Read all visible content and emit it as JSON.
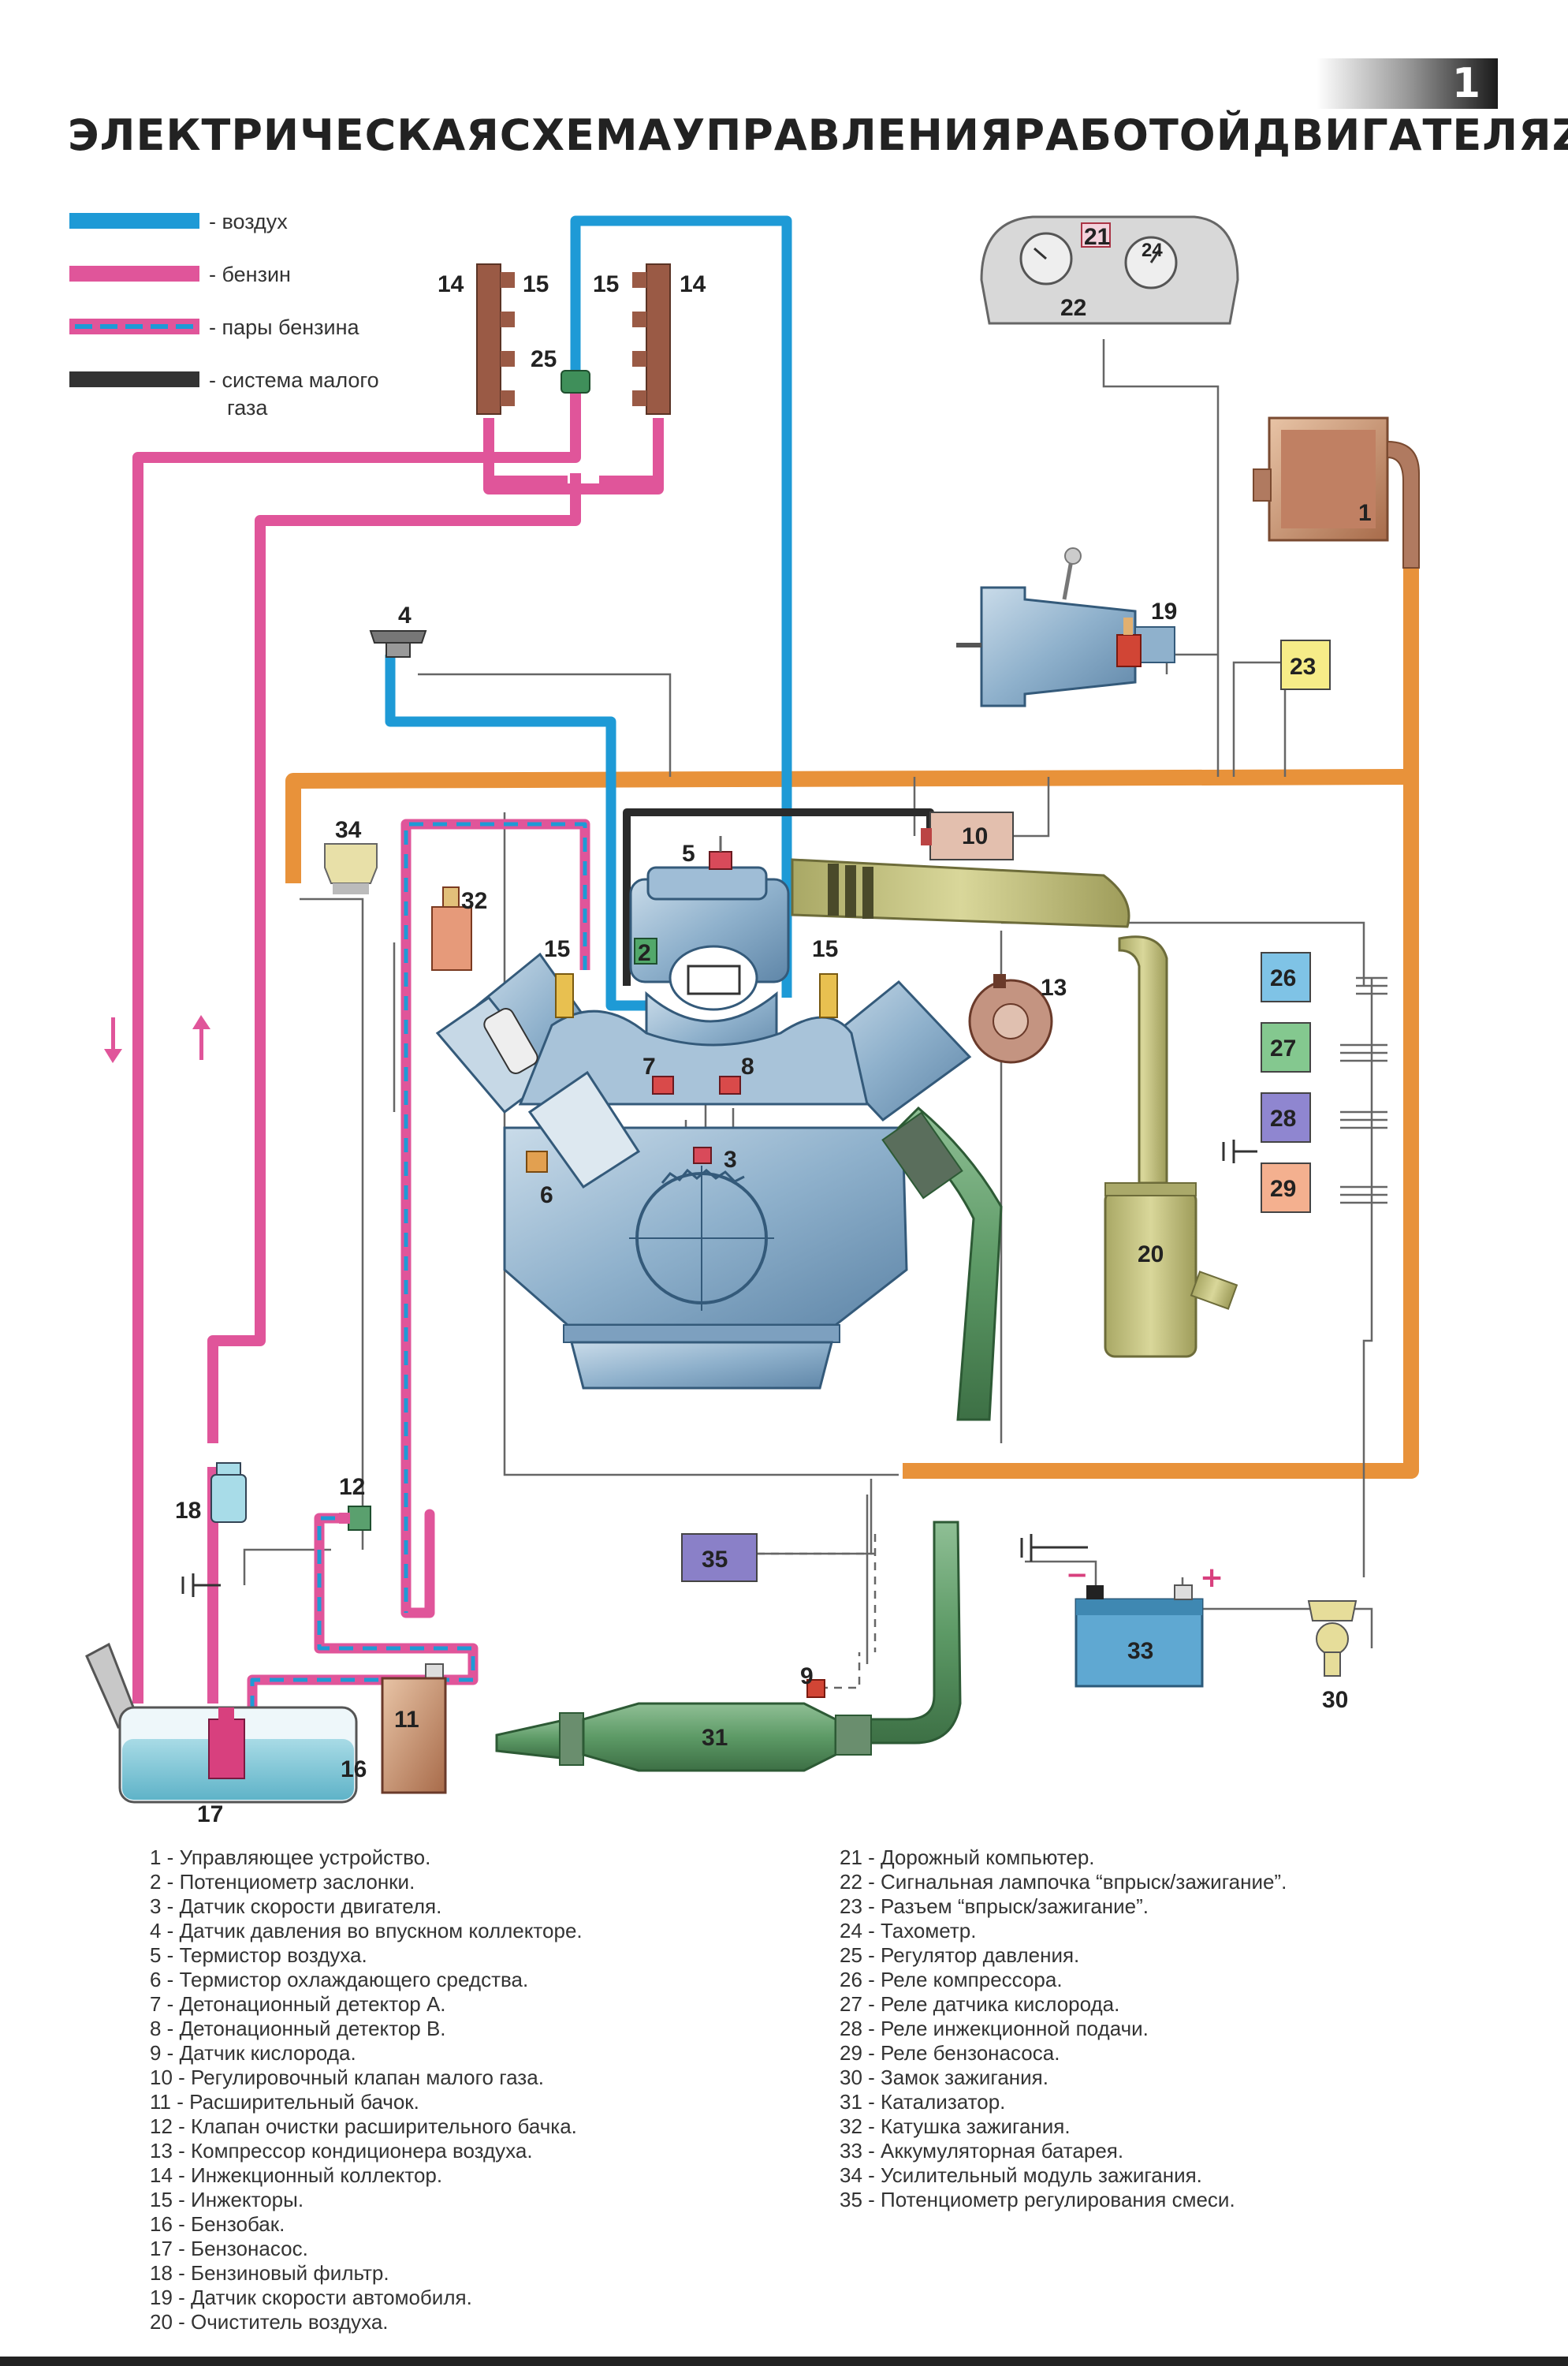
{
  "page_number": "1",
  "title": {
    "words": [
      "ЭЛЕКТРИЧЕСКАЯ",
      "СХЕМА",
      "УПРАВЛЕНИЯ",
      "РАБОТОЙ",
      "ДВИГАТЕЛЯ",
      "ZPJ"
    ]
  },
  "legend": {
    "air": "- воздух",
    "fuel": "- бензин",
    "vapor": "- пары бензина",
    "idle_1": "- система малого",
    "idle_2": "газа"
  },
  "colors": {
    "air": "#1e9ad6",
    "fuel": "#e0559a",
    "idle": "#333333",
    "harness": "#e8923a"
  },
  "labels": {
    "n1": "1",
    "n2": "2",
    "n3": "3",
    "n4": "4",
    "n5": "5",
    "n6": "6",
    "n7": "7",
    "n8": "8",
    "n9": "9",
    "n10": "10",
    "n11": "11",
    "n12": "12",
    "n13": "13",
    "n14a": "14",
    "n14b": "14",
    "n15a": "15",
    "n15b": "15",
    "n15c": "15",
    "n15d": "15",
    "n16": "16",
    "n17": "17",
    "n18": "18",
    "n19": "19",
    "n20": "20",
    "n21": "21",
    "n22": "22",
    "n23": "23",
    "n24": "24",
    "n25": "25",
    "n26": "26",
    "n27": "27",
    "n28": "28",
    "n29": "29",
    "n30": "30",
    "n31": "31",
    "n32": "32",
    "n33": "33",
    "n34": "34",
    "n35": "35",
    "minus": "−",
    "plus": "+"
  },
  "captions_left": [
    "1 - Управляющее устройство.",
    "2 - Потенциометр заслонки.",
    "3 - Датчик скорости двигателя.",
    "4 - Датчик давления во впускном коллекторе.",
    "5 - Термистор воздуха.",
    "6 - Термистор охлаждающего средства.",
    "7 - Детонационный детектор А.",
    "8 - Детонационный детектор В.",
    "9 - Датчик кислорода.",
    "10 - Регулировочный клапан малого газа.",
    "11 - Расширительный бачок.",
    "12 - Клапан очистки расширительного бачка.",
    "13 - Компрессор кондиционера воздуха.",
    "14 - Инжекционный коллектор.",
    "15 - Инжекторы.",
    "16 - Бензобак.",
    "17 - Бензонасос.",
    "18 - Бензиновый фильтр.",
    "19 - Датчик скорости автомобиля.",
    "20 - Очиститель воздуха."
  ],
  "captions_right": [
    "21 - Дорожный компьютер.",
    "22 - Сигнальная лампочка “впрыск/зажигание”.",
    "23 - Разъем “впрыск/зажигание”.",
    "24 - Тахометр.",
    "25 - Регулятор давления.",
    "26 - Реле компрессора.",
    "27 - Реле датчика кислорода.",
    "28 - Реле инжекционной подачи.",
    "29 - Реле бензонасоса.",
    "30 - Замок зажигания.",
    "31 - Катализатор.",
    "32 - Катушка зажигания.",
    "33 - Аккумуляторная батарея.",
    "34 - Усилительный модуль зажигания.",
    "35 - Потенциометр регулирования смеси."
  ]
}
